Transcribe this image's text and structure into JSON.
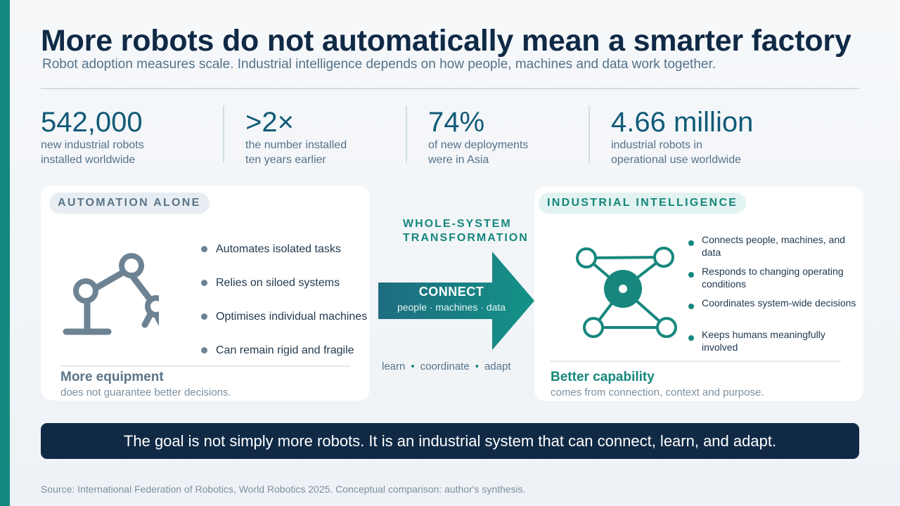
{
  "title": "More robots do not automatically mean a smarter factory",
  "subtitle": "Robot adoption measures scale. Industrial intelligence depends on how people, machines and data work together.",
  "stats": [
    {
      "value": "542,000",
      "caption_line1": "new industrial robots",
      "caption_line2": "installed worldwide"
    },
    {
      "value": ">2×",
      "caption_line1": "the number installed",
      "caption_line2": "ten years earlier"
    },
    {
      "value": "74%",
      "caption_line1": "of new deployments",
      "caption_line2": "were in Asia"
    },
    {
      "value": "4.66 million",
      "caption_line1": "industrial robots in",
      "caption_line2": "operational use worldwide"
    }
  ],
  "left_panel": {
    "pill": "AUTOMATION ALONE",
    "icon": "robot-arm-icon",
    "bullets": [
      "Automates isolated tasks",
      "Relies on siloed systems",
      "Optimises individual machines",
      "Can remain rigid and fragile"
    ],
    "footer_title": "More equipment",
    "footer_sub": "does not guarantee better decisions."
  },
  "middle": {
    "heading_line1": "WHOLE-SYSTEM",
    "heading_line2": "TRANSFORMATION",
    "connect_title": "CONNECT",
    "connect_sub": "people · machines · data",
    "steps": [
      "learn",
      "coordinate",
      "adapt"
    ]
  },
  "right_panel": {
    "pill": "INDUSTRIAL INTELLIGENCE",
    "icon": "network-hub-icon",
    "bullets": [
      "Connects people, machines, and data",
      "Responds to changing operating conditions",
      "Coordinates system-wide decisions",
      "Keeps humans meaningfully involved"
    ],
    "footer_title": "Better capability",
    "footer_sub": "comes from connection, context and purpose."
  },
  "banner": "The goal is not simply more robots. It is an industrial system that can connect, learn, and adapt.",
  "source": "Source: International Federation of Robotics, World Robotics 2025. Conceptual comparison: author's synthesis.",
  "colors": {
    "accent": "#12897f",
    "navy": "#102a46",
    "teal_text": "#16877d",
    "slate": "#6d8394"
  }
}
